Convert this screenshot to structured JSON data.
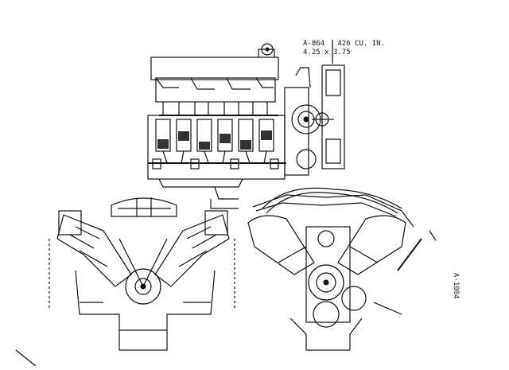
{
  "header": {
    "code": "A-864",
    "displacement": "426 CU. IN.",
    "bore_stroke": "4.25 x 3.75"
  },
  "margin_code": "A-1004",
  "views": {
    "side": "side-sectional-view",
    "end_section": "end-sectional-view",
    "front": "front-view"
  }
}
